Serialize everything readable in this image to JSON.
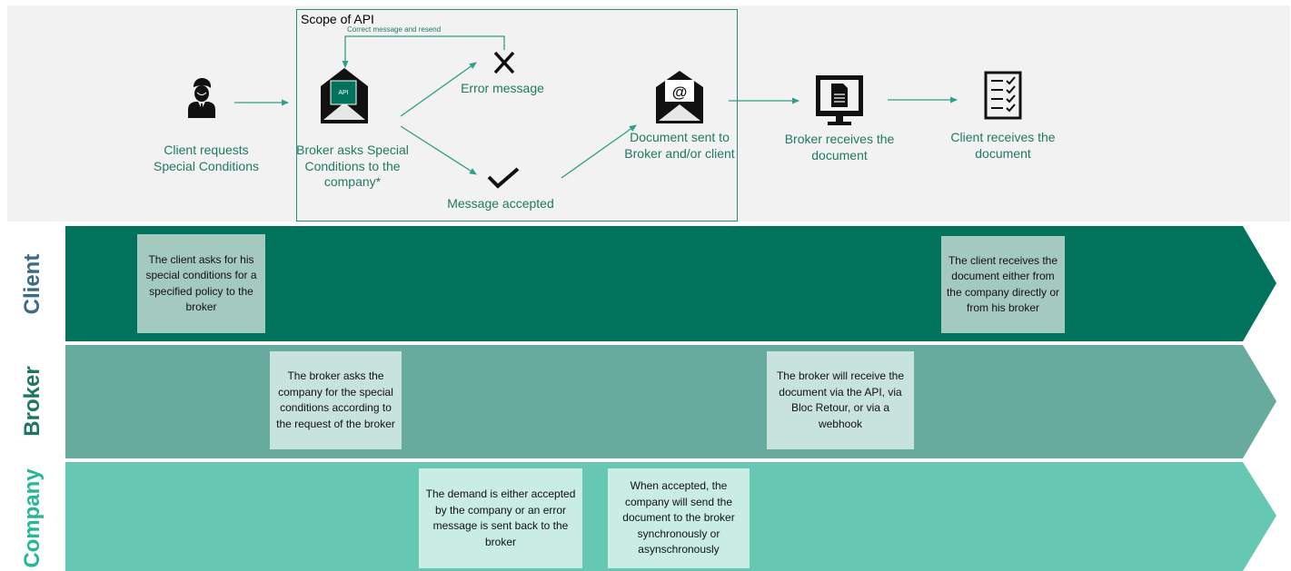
{
  "scope_title": "Scope of API",
  "loop_label": "Correct message and resend",
  "api_badge": "API",
  "steps": {
    "client_request": [
      "Client requests",
      "Special Conditions"
    ],
    "broker_asks": [
      "Broker asks Special",
      "Conditions to the",
      "company*"
    ],
    "error_message": [
      "Error message"
    ],
    "message_accepted": [
      "Message accepted"
    ],
    "document_sent": [
      "Document sent to",
      "Broker and/or client"
    ],
    "broker_receives": [
      "Broker receives the",
      "document"
    ],
    "client_receives": [
      "Client receives the",
      "document"
    ]
  },
  "icons": {
    "client_request": "person-icon",
    "broker_asks": "envelope-api-icon",
    "error_message": "cross-icon",
    "message_accepted": "check-icon",
    "document_sent": "envelope-at-icon",
    "broker_receives": "monitor-document-icon",
    "client_receives": "checklist-icon"
  },
  "lanes": {
    "client": {
      "label": "Client",
      "color": "#01735c",
      "label_color": "#3b6b8a"
    },
    "broker": {
      "label": "Broker",
      "color": "#67ab9f",
      "label_color": "#1e7563"
    },
    "company": {
      "label": "Company",
      "color": "#66c7b2",
      "label_color": "#26b797"
    }
  },
  "notes": {
    "client_1": [
      "The client asks for his",
      "special conditions for a",
      "specified policy to the",
      "broker"
    ],
    "client_2": [
      "The client receives the",
      "document either from",
      "the company directly or",
      "from his broker"
    ],
    "broker_1": [
      "The broker asks the",
      "company for the special",
      "conditions according to",
      "the request of the broker"
    ],
    "broker_2": [
      "The broker will receive the",
      "document via the API, via",
      "Bloc Retour, or via a webhook"
    ],
    "company_1": [
      "The demand is either accepted",
      "by the company or an error",
      "message is sent back to the",
      "broker"
    ],
    "company_2": [
      "When accepted, the",
      "company will send the",
      "document to the broker",
      "synchronously or",
      "asynschronously"
    ]
  },
  "colors": {
    "accent_text": "#1f7a63",
    "arrow": "#2e9e86",
    "top_panel_bg": "#f2f2f2",
    "note_client_bg": "#a4c9bf",
    "note_broker_bg": "#c8e2dd",
    "note_company_bg": "#c9ece3"
  }
}
